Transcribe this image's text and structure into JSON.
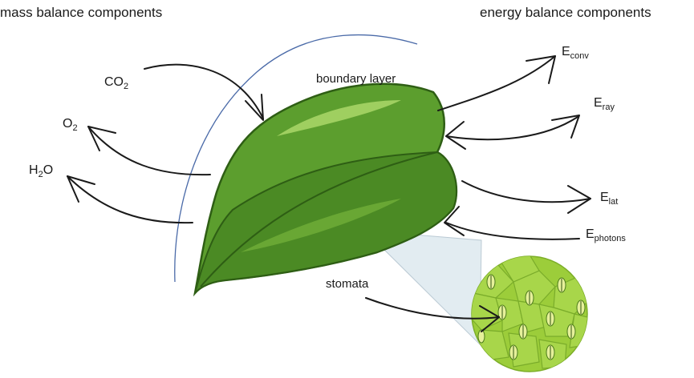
{
  "headings": {
    "mass": "mass balance components",
    "energy": "energy balance components"
  },
  "labels": {
    "co2": {
      "base": "CO",
      "sub": "2"
    },
    "o2": {
      "base": "O",
      "sub": "2"
    },
    "h2o": {
      "base": "H",
      "sub": "2",
      "tail": "O"
    },
    "boundary_layer": "boundary layer",
    "stomata": "stomata",
    "e_conv": {
      "base": "E",
      "sub": "conv"
    },
    "e_ray": {
      "base": "E",
      "sub": "ray"
    },
    "e_lat": {
      "base": "E",
      "sub": "lat"
    },
    "e_photons": {
      "base": "E",
      "sub": "photons"
    }
  },
  "colors": {
    "leaf_dark": "#3e7d1e",
    "leaf_mid": "#5c9e2e",
    "leaf_light": "#8cc24a",
    "boundary_line": "#4a6aa8",
    "stomata_bg": "#9ccd3a",
    "arrow": "#1a1a1a"
  }
}
